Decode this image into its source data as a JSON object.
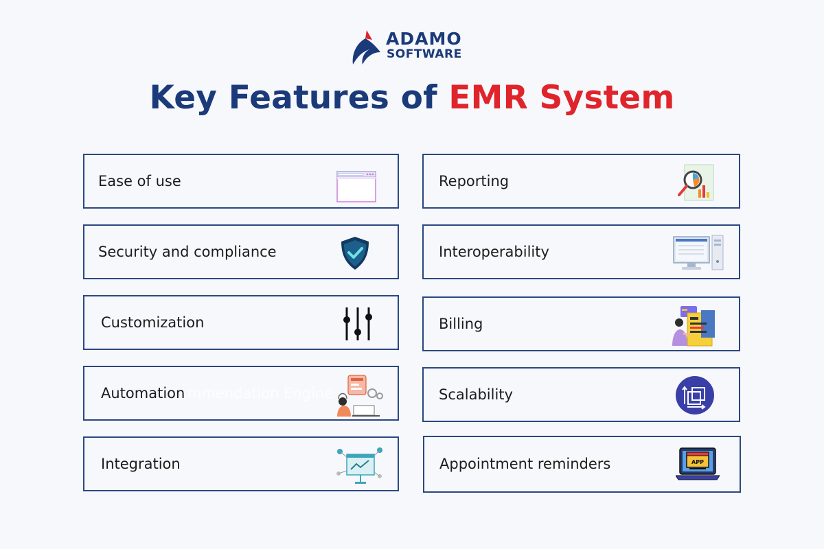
{
  "brand": {
    "line1": "ADAMO",
    "line2": "SOFTWARE",
    "color_primary": "#1b3a7a",
    "color_accent": "#e0242b"
  },
  "title": {
    "part1": "Key Features of ",
    "part2": "EMR System"
  },
  "features_left": [
    {
      "label": "Ease of use",
      "icon": "browser-window-icon"
    },
    {
      "label": "Security and compliance",
      "icon": "shield-check-icon"
    },
    {
      "label": "Customization",
      "icon": "sliders-icon"
    },
    {
      "label": "Automation",
      "ghost": "mmendation Engine",
      "icon": "automation-illustration-icon"
    },
    {
      "label": "Integration",
      "icon": "integration-network-icon"
    }
  ],
  "features_right": [
    {
      "label": "Reporting",
      "icon": "report-magnifier-icon"
    },
    {
      "label": "Interoperability",
      "icon": "desktop-computer-icon"
    },
    {
      "label": "Billing",
      "icon": "billing-illustration-icon"
    },
    {
      "label": "Scalability",
      "icon": "scalability-circle-icon"
    },
    {
      "label": "Appointment reminders",
      "icon": "app-laptop-icon",
      "icon_text": "APP"
    }
  ],
  "colors": {
    "card_border": "#2a4780",
    "background": "#f7f8fc"
  }
}
